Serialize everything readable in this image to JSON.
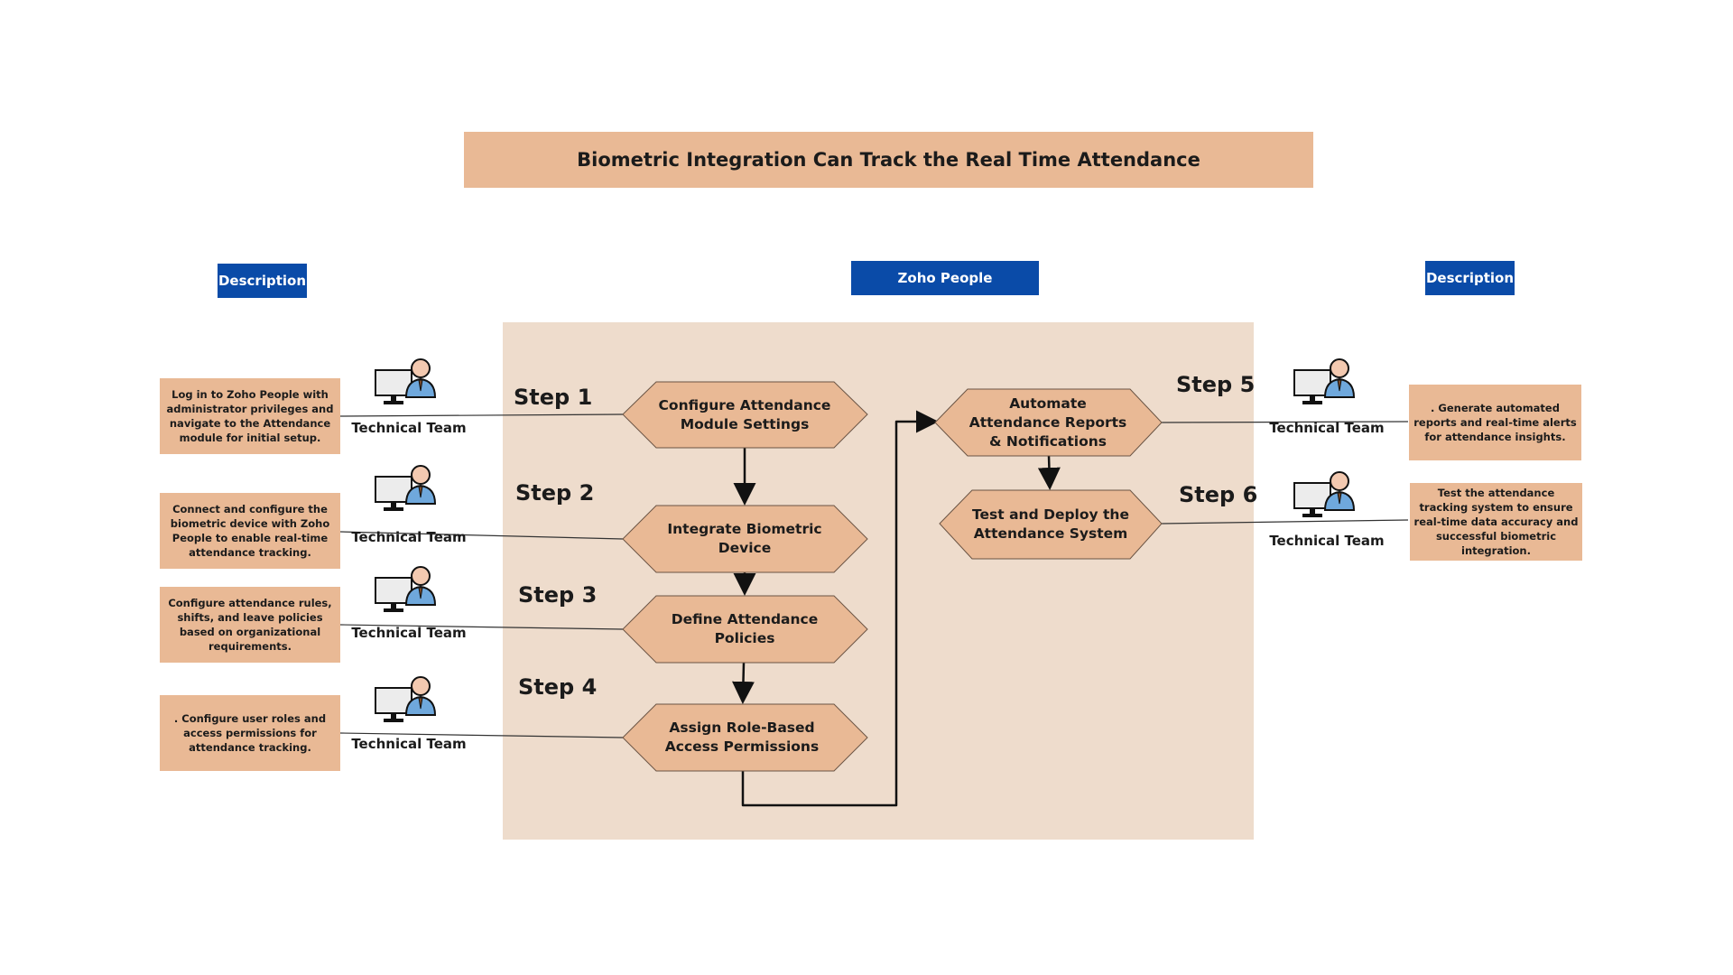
{
  "title": "Biometric Integration Can Track the Real Time Attendance",
  "zoho_label": "Zoho People",
  "left_description_label": "Description",
  "right_description_label": "Description",
  "team_label": "Technical Team",
  "icon_name": "technician-computer-icon",
  "colors": {
    "accent": "#e9b995",
    "panel": "#eedccc",
    "blue": "#0a4ba8"
  },
  "steps": [
    {
      "step": "Step 1",
      "label": "Configure Attendance Module Settings",
      "description": "Log in to Zoho People with administrator privileges and navigate to the Attendance module for initial setup."
    },
    {
      "step": "Step 2",
      "label": "Integrate Biometric Device",
      "description": "Connect and configure the biometric device with Zoho People to enable real-time attendance tracking."
    },
    {
      "step": "Step 3",
      "label": "Define Attendance Policies",
      "description": "Configure attendance rules, shifts, and leave policies based on organizational requirements."
    },
    {
      "step": "Step 4",
      "label": "Assign Role-Based Access Permissions",
      "description": ". Configure user roles and access permissions for attendance tracking."
    },
    {
      "step": "Step 5",
      "label": "Automate Attendance Reports & Notifications",
      "description": ". Generate automated reports and real-time alerts for attendance insights."
    },
    {
      "step": "Step 6",
      "label": "Test and Deploy the Attendance System",
      "description": "Test the attendance tracking system to ensure real-time data accuracy and successful biometric integration."
    }
  ]
}
